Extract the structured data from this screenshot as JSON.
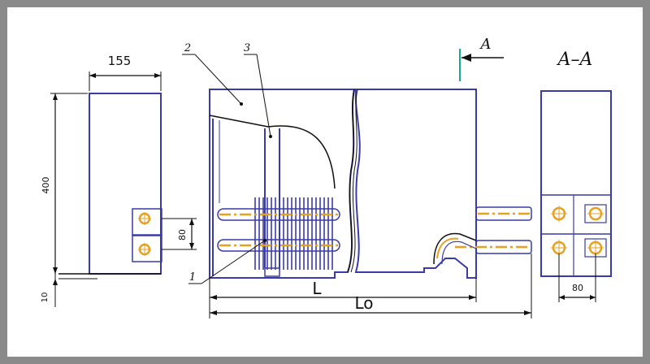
{
  "labels": {
    "dim_width_top": "155",
    "dim_height_left": "400",
    "dim_bottom_left": "10",
    "dim_pitch_left": "80",
    "dim_pitch_section": "80",
    "dim_length_L": "L",
    "dim_length_Lo": "Lo",
    "section_arrow": "A",
    "section_title": "A–A",
    "callout_1": "1",
    "callout_2": "2",
    "callout_3": "3"
  },
  "colors": {
    "outline": "#3a3aa8",
    "busbar": "#e8a020",
    "section_mark": "#1aa890",
    "frame": "#8a8a8a",
    "ink": "#111111"
  }
}
